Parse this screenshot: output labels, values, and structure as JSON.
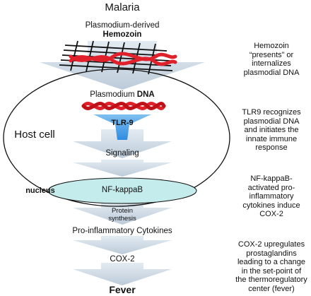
{
  "title": "Malaria",
  "hemozoin": {
    "line1": "Plasmodium-derived",
    "line2": "Hemozoin"
  },
  "plasmodium_dna": {
    "prefix": "Plasmodium ",
    "bold": "DNA"
  },
  "tlr9": "TLR-9",
  "host_cell": "Host cell",
  "signaling": "Signaling",
  "nucleus": "nucleus",
  "nfkb": "NF-kappaB",
  "protein_synthesis": {
    "line1": "Protein",
    "line2": "synthesis"
  },
  "cytokines": "Pro-inflammatory Cytokines",
  "cox2": "COX-2",
  "fever": "Fever",
  "notes": [
    {
      "lines": [
        "Hemozoin",
        "“presents” or",
        "internalizes",
        "plasmodial DNA"
      ]
    },
    {
      "lines": [
        "TLR9 recognizes",
        "plasmodial DNA",
        "and initiates the",
        "innate immune",
        "response"
      ]
    },
    {
      "lines": [
        "NF-kappaB-",
        "activated pro-",
        "inflammatory",
        "cytokines induce",
        "COX-2"
      ]
    },
    {
      "lines": [
        "COX-2 upregulates",
        "prostaglandins",
        "leading to a change",
        "in the set-point of",
        "the thermoregulatory",
        "center (fever)"
      ]
    }
  ],
  "colors": {
    "arrow": "#c9d6e3",
    "nucleus_fill": "#c5ecec",
    "dna_red": "#e0202a",
    "tlr_blue": "#4da3e8",
    "grid": "#111111"
  }
}
